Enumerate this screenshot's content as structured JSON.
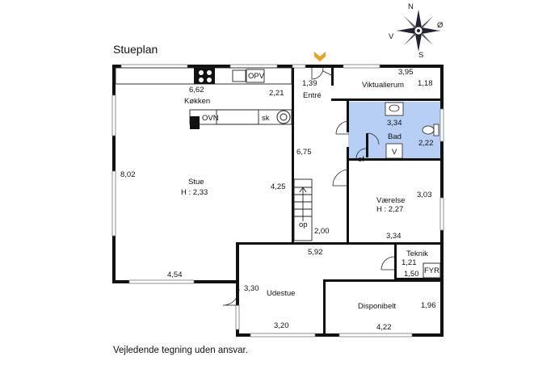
{
  "title": "Stueplan",
  "footer": "Vejledende tegning uden ansvar.",
  "compass": {
    "n": "N",
    "s": "S",
    "e": "Ø",
    "w": "V"
  },
  "rooms": {
    "kitchen": {
      "name": "Køkken",
      "dim_a": "6,62",
      "dim_b": "2,21",
      "oven": "OVN",
      "sk": "sk",
      "opv": "OPV"
    },
    "living": {
      "name": "Stue",
      "height": "H : 2,33",
      "dim_a": "8,02",
      "dim_b": "4,25",
      "dim_c": "4,54"
    },
    "entry": {
      "name": "Entré",
      "dim_a": "1,39",
      "dim_b": "6,75",
      "dim_c": "2,00",
      "stairs": "op"
    },
    "pantry": {
      "name": "Viktualierum",
      "dim_a": "3,95",
      "dim_b": "1,18"
    },
    "bath": {
      "name": "Bad",
      "dim_a": "3,34",
      "dim_b": "2,22",
      "v": "V",
      "tag": "ef"
    },
    "bedroom": {
      "name": "Værelse",
      "height": "H : 2,27",
      "dim_a": "3,03",
      "dim_b": "3,34"
    },
    "technical": {
      "name": "Teknik",
      "dim_a": "1,21",
      "dim_b": "1,50",
      "boiler": "FYR"
    },
    "sunroom": {
      "name": "Udestue",
      "dim_a": "3,30",
      "dim_b": "3,20",
      "dim_c": "5,92"
    },
    "storage": {
      "name": "Disponibelt",
      "dim_a": "1,96",
      "dim_b": "4,22"
    }
  },
  "colors": {
    "wall": "#111111",
    "bath_fill": "#b7cef5",
    "entry_marker": "#f0a020"
  }
}
